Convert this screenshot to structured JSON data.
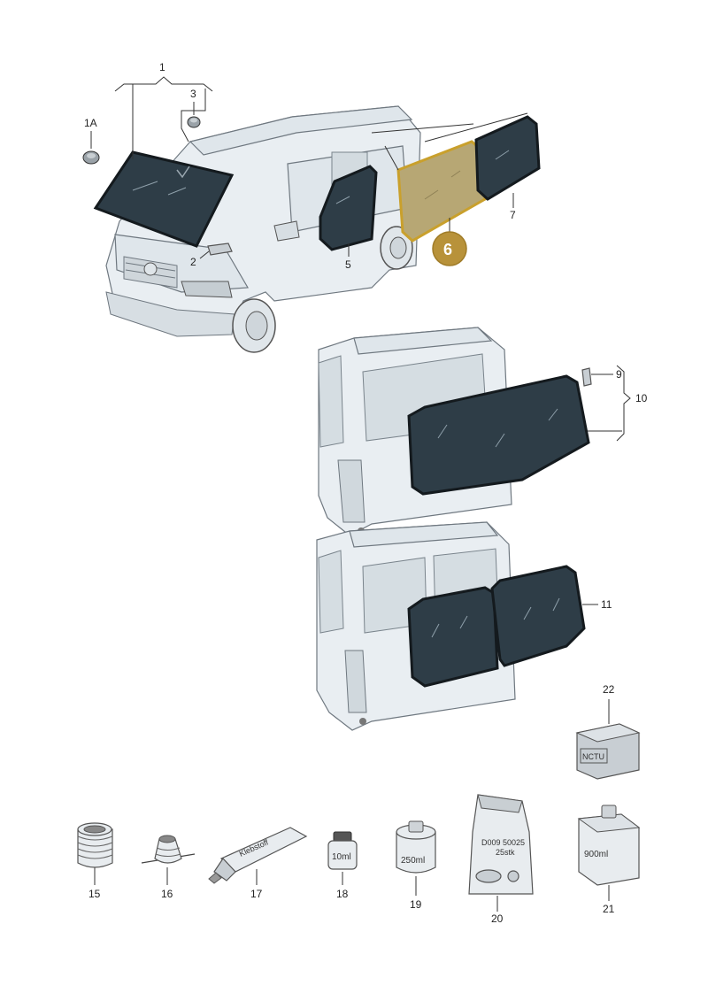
{
  "callouts": {
    "c1": "1",
    "c1a": "1A",
    "c2": "2",
    "c3": "3",
    "c5": "5",
    "c6": "6",
    "c7": "7",
    "c9": "9",
    "c10": "10",
    "c11": "11",
    "c15": "15",
    "c16": "16",
    "c17": "17",
    "c18": "18",
    "c19": "19",
    "c20": "20",
    "c21": "21",
    "c22": "22"
  },
  "product_labels": {
    "tube": "Klebstoff",
    "bottle_small": "10ml",
    "can_medium": "250ml",
    "bag_code": "D009 50025",
    "bag_qty": "25stk",
    "can_large": "900ml",
    "box_text": "NCTU"
  },
  "highlight_color": "#c9a02c",
  "highlight_fill": "#b7a774"
}
